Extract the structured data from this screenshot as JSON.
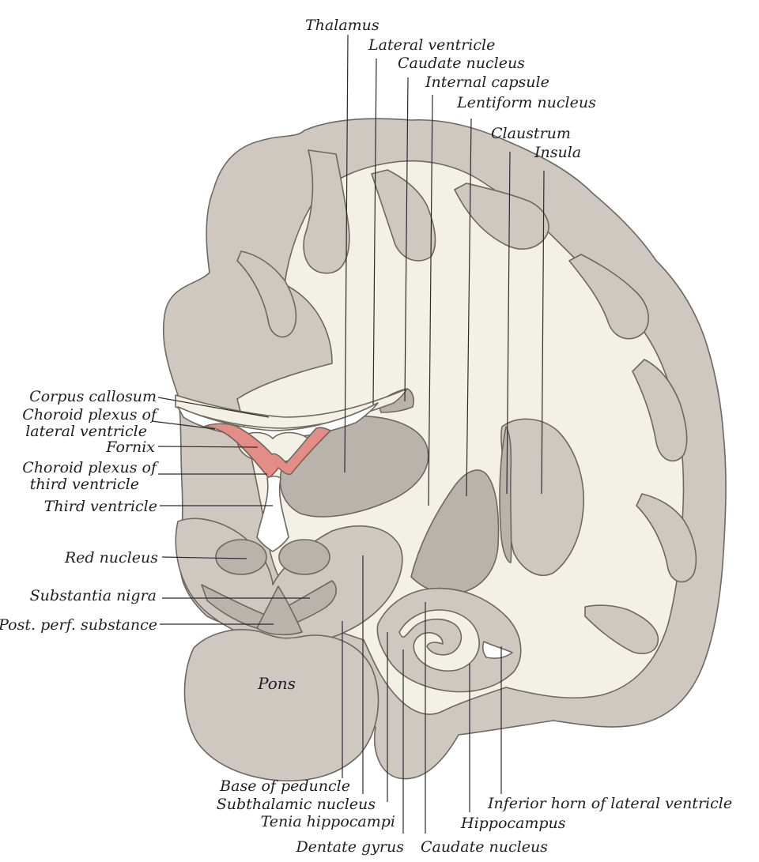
{
  "colors": {
    "gray_matter": "#cfc8c0",
    "gray_dark": "#b9b3ac",
    "white_matter": "#f3f1e6",
    "outline": "#6e6860",
    "choroid": "#e38d86",
    "ventricle": "#ffffff"
  },
  "labels": {
    "thalamus": "Thalamus",
    "lateral_ventricle": "Lateral ventricle",
    "caudate_nucleus_top": "Caudate nucleus",
    "internal_capsule": "Internal capsule",
    "lentiform_nucleus": "Lentiform nucleus",
    "claustrum": "Claustrum",
    "insula": "Insula",
    "corpus_callosum": "Corpus callosum",
    "choroid_lateral_1": "Choroid plexus of",
    "choroid_lateral_2": "lateral ventricle",
    "fornix": "Fornix",
    "choroid_third_1": "Choroid plexus of",
    "choroid_third_2": "third ventricle",
    "third_ventricle": "Third ventricle",
    "red_nucleus": "Red nucleus",
    "substantia_nigra": "Substantia nigra",
    "post_perf_substance": "Post. perf. substance",
    "pons": "Pons",
    "base_of_peduncle": "Base of peduncle",
    "subthalamic_nucleus": "Subthalamic nucleus",
    "tenia_hippocampi": "Tenia hippocampi",
    "dentate_gyrus": "Dentate gyrus",
    "caudate_nucleus_bottom": "Caudate nucleus",
    "inferior_horn": "Inferior horn of lateral ventricle",
    "hippocampus": "Hippocampus"
  }
}
